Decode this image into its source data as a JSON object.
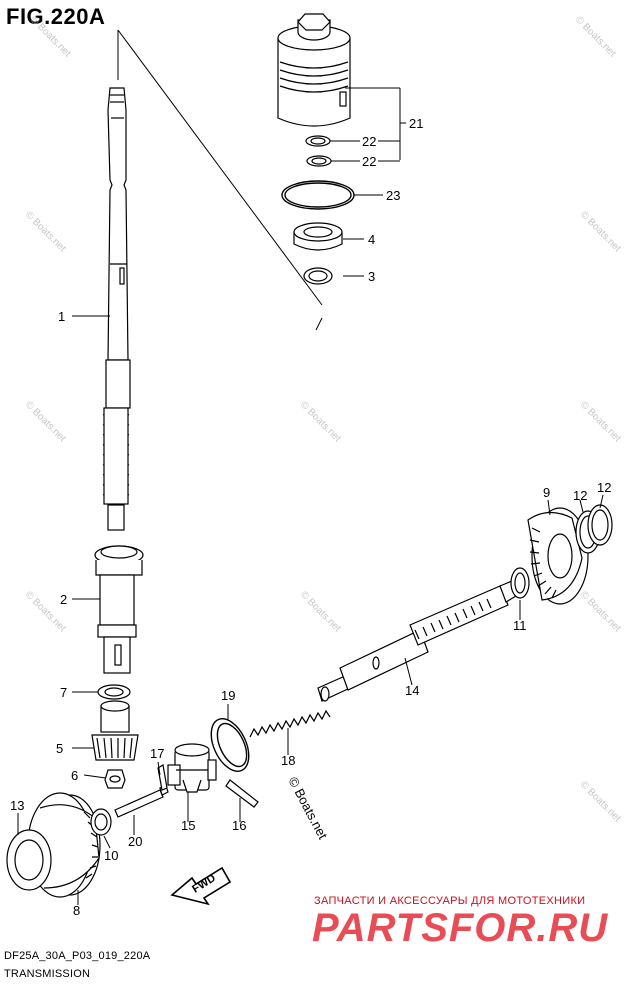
{
  "header": {
    "title": "FIG.220A"
  },
  "footer": {
    "code": "DF25A_30A_P03_019_220A",
    "subtitle": "TRANSMISSION"
  },
  "watermark": {
    "line1": "ЗАПЧАСТИ И АКСЕССУАРЫ ДЛЯ МОТОТЕХНИКИ",
    "line2": "PARTSFOR.RU",
    "boats": "© Boats.net"
  },
  "fwd_label": "FWD",
  "callouts": {
    "c1": "1",
    "c2": "2",
    "c3": "3",
    "c4": "4",
    "c5": "5",
    "c6": "6",
    "c7": "7",
    "c8": "8",
    "c9": "9",
    "c10": "10",
    "c11": "11",
    "c12a": "12",
    "c12b": "12",
    "c13": "13",
    "c14": "14",
    "c15": "15",
    "c16": "16",
    "c17": "17",
    "c18": "18",
    "c19": "19",
    "c20": "20",
    "c21": "21",
    "c22a": "22",
    "c22b": "22",
    "c23": "23"
  },
  "colors": {
    "line": "#000000",
    "watermark_red": "#e63a44",
    "boats_gray": "#c7c7c7"
  }
}
